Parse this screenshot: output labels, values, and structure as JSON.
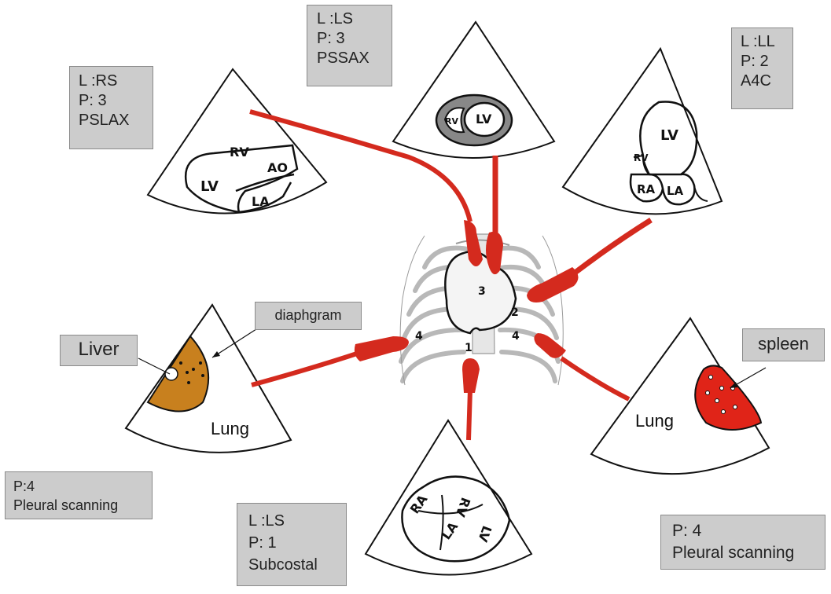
{
  "views": {
    "pslax": {
      "location": "L :RS",
      "position": "P: 3",
      "view": "PSLAX",
      "labels": [
        "RV",
        "AO",
        "LV",
        "LA"
      ]
    },
    "pssax": {
      "location": "L :LS",
      "position": "P: 3",
      "view": "PSSAX",
      "labels": [
        "RV",
        "LV"
      ]
    },
    "a4c": {
      "location": "L :LL",
      "position": "P: 2",
      "view": "A4C",
      "labels": [
        "LV",
        "RV",
        "RA",
        "LA"
      ]
    },
    "subcostal": {
      "location": "L :LS",
      "position": "P: 1",
      "view": "Subcostal",
      "labels": [
        "RV",
        "RA",
        "LV",
        "LA"
      ]
    },
    "pleural_left": {
      "position": "P:4",
      "view": "Pleural scanning"
    },
    "pleural_right": {
      "position": "P: 4",
      "view": "Pleural scanning"
    }
  },
  "callouts": {
    "liver": "Liver",
    "diaphragm": "diaphgram",
    "spleen": "spleen"
  },
  "regions": {
    "lung_left": "Lung",
    "lung_right": "Lung"
  },
  "chest_positions": [
    "3",
    "2",
    "4",
    "1",
    "4"
  ],
  "colors": {
    "probe": "#d42a1e",
    "liver": "#c8801e",
    "spleen": "#e02418",
    "box_fill": "#cccccc",
    "myocardium": "#888888"
  }
}
